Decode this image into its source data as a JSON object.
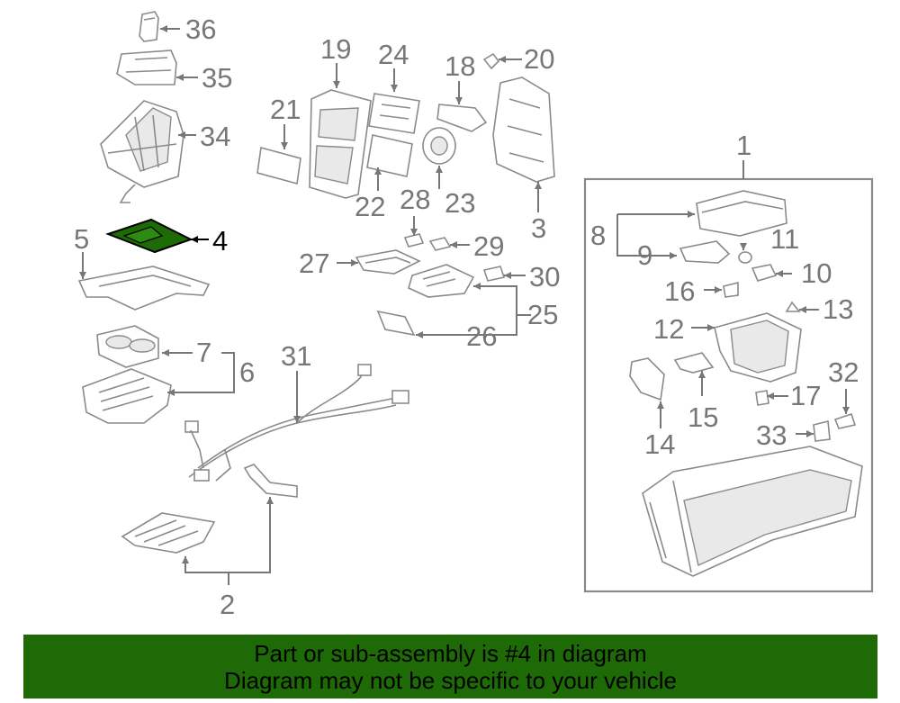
{
  "callouts": [
    {
      "id": "1",
      "label": "1"
    },
    {
      "id": "2",
      "label": "2"
    },
    {
      "id": "3",
      "label": "3"
    },
    {
      "id": "4",
      "label": "4",
      "highlighted": true
    },
    {
      "id": "5",
      "label": "5"
    },
    {
      "id": "6",
      "label": "6"
    },
    {
      "id": "7",
      "label": "7"
    },
    {
      "id": "8",
      "label": "8"
    },
    {
      "id": "9",
      "label": "9"
    },
    {
      "id": "10",
      "label": "10"
    },
    {
      "id": "11",
      "label": "11"
    },
    {
      "id": "12",
      "label": "12"
    },
    {
      "id": "13",
      "label": "13"
    },
    {
      "id": "14",
      "label": "14"
    },
    {
      "id": "15",
      "label": "15"
    },
    {
      "id": "16",
      "label": "16"
    },
    {
      "id": "17",
      "label": "17"
    },
    {
      "id": "18",
      "label": "18"
    },
    {
      "id": "19",
      "label": "19"
    },
    {
      "id": "20",
      "label": "20"
    },
    {
      "id": "21",
      "label": "21"
    },
    {
      "id": "22",
      "label": "22"
    },
    {
      "id": "23",
      "label": "23"
    },
    {
      "id": "24",
      "label": "24"
    },
    {
      "id": "25",
      "label": "25"
    },
    {
      "id": "26",
      "label": "26"
    },
    {
      "id": "27",
      "label": "27"
    },
    {
      "id": "28",
      "label": "28"
    },
    {
      "id": "29",
      "label": "29"
    },
    {
      "id": "30",
      "label": "30"
    },
    {
      "id": "31",
      "label": "31"
    },
    {
      "id": "32",
      "label": "32"
    },
    {
      "id": "33",
      "label": "33"
    },
    {
      "id": "34",
      "label": "34"
    },
    {
      "id": "35",
      "label": "35"
    },
    {
      "id": "36",
      "label": "36"
    }
  ],
  "banner": {
    "line1": "Part or sub-assembly is #4 in diagram",
    "line2": "Diagram may not be specific to your vehicle"
  },
  "colors": {
    "banner_bg": "#1e6a06",
    "highlight_part": "#1e6a06",
    "callout_text": "#777777",
    "line_art": "#8a8a8a"
  }
}
